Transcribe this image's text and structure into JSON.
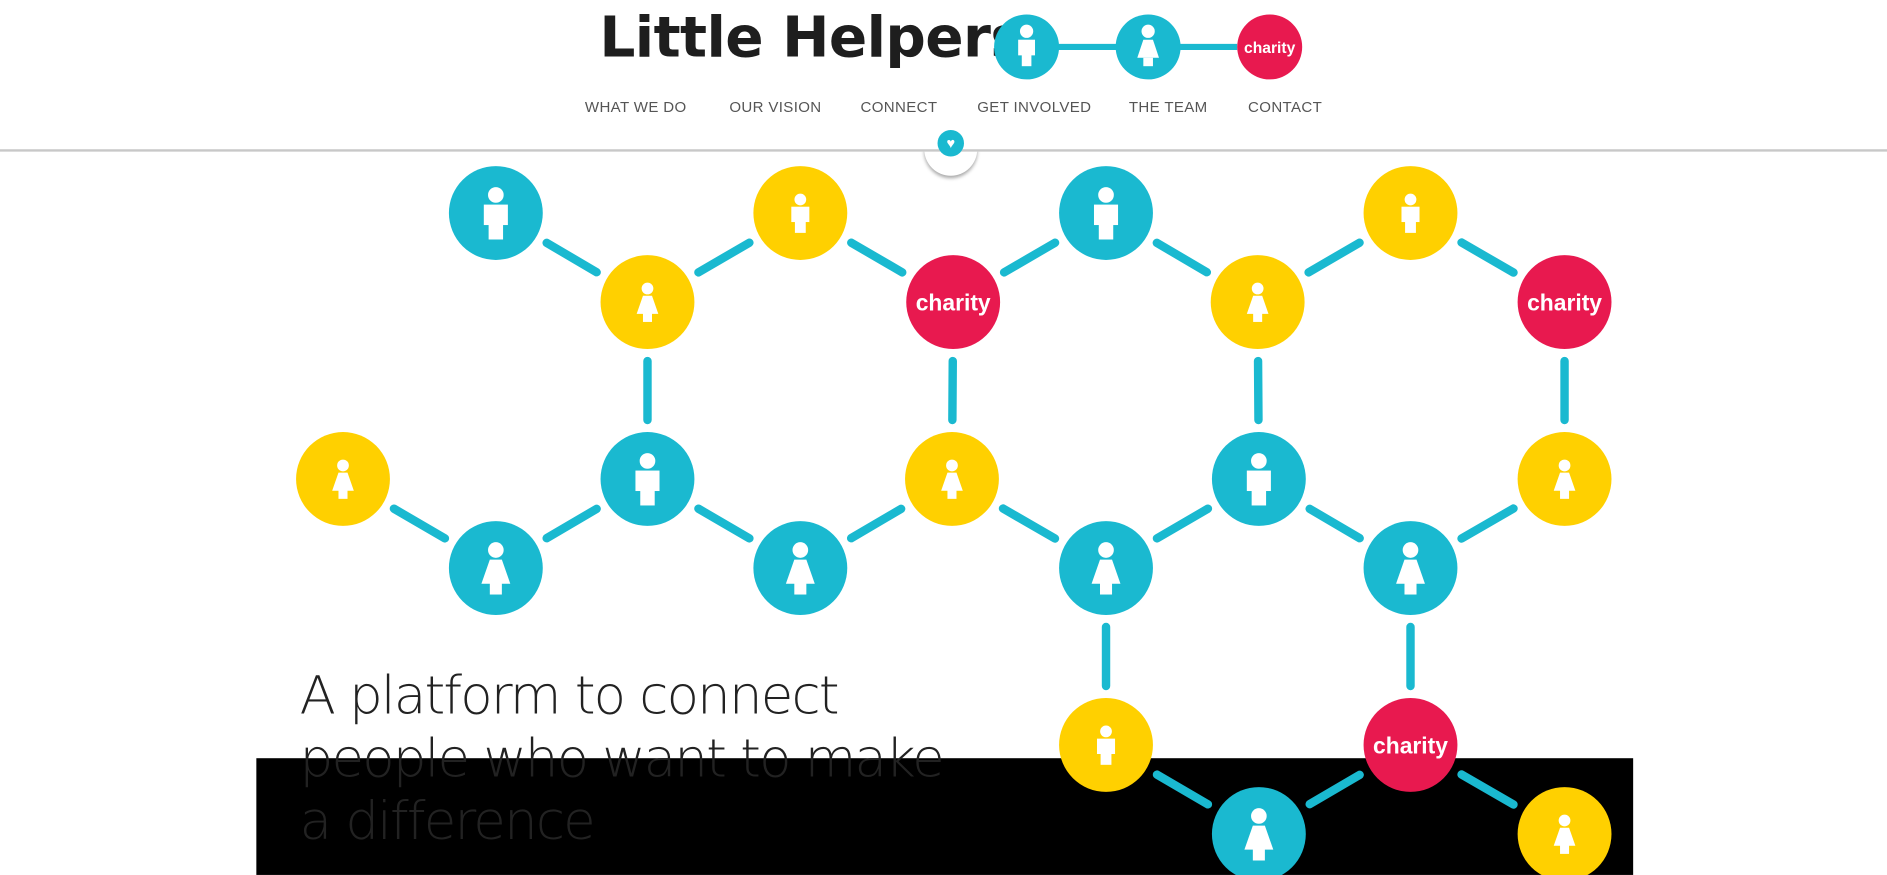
{
  "header": {
    "title": "Little Helpers",
    "logo_badge_text": "charity",
    "nav": [
      {
        "label": "WHAT WE DO"
      },
      {
        "label": "OUR VISION"
      },
      {
        "label": "CONNECT"
      },
      {
        "label": "GET INVOLVED"
      },
      {
        "label": "THE TEAM"
      },
      {
        "label": "CONTACT"
      }
    ],
    "heart_icon": "heart-icon"
  },
  "colors": {
    "teal": "#1ab9d0",
    "yellow": "#ffd000",
    "pink": "#e8194f",
    "line": "#1ab9d0"
  },
  "hero": {
    "headline_lines": [
      "A platform to connect",
      "people who want to make",
      "a difference"
    ],
    "charity_label": "charity",
    "nodes": [
      {
        "kind": "male",
        "color": "teal"
      },
      {
        "kind": "male",
        "color": "yellow"
      },
      {
        "kind": "male",
        "color": "teal"
      },
      {
        "kind": "male",
        "color": "yellow"
      },
      {
        "kind": "female",
        "color": "yellow"
      },
      {
        "kind": "charity",
        "color": "pink"
      },
      {
        "kind": "female",
        "color": "yellow"
      },
      {
        "kind": "charity",
        "color": "pink"
      },
      {
        "kind": "female",
        "color": "yellow"
      },
      {
        "kind": "male",
        "color": "teal"
      },
      {
        "kind": "female",
        "color": "yellow"
      },
      {
        "kind": "male",
        "color": "teal"
      },
      {
        "kind": "female",
        "color": "yellow"
      },
      {
        "kind": "female",
        "color": "teal"
      },
      {
        "kind": "female",
        "color": "teal"
      },
      {
        "kind": "female",
        "color": "teal"
      },
      {
        "kind": "female",
        "color": "teal"
      },
      {
        "kind": "male",
        "color": "yellow"
      },
      {
        "kind": "charity",
        "color": "pink"
      },
      {
        "kind": "female",
        "color": "teal"
      },
      {
        "kind": "female",
        "color": "yellow"
      }
    ]
  }
}
